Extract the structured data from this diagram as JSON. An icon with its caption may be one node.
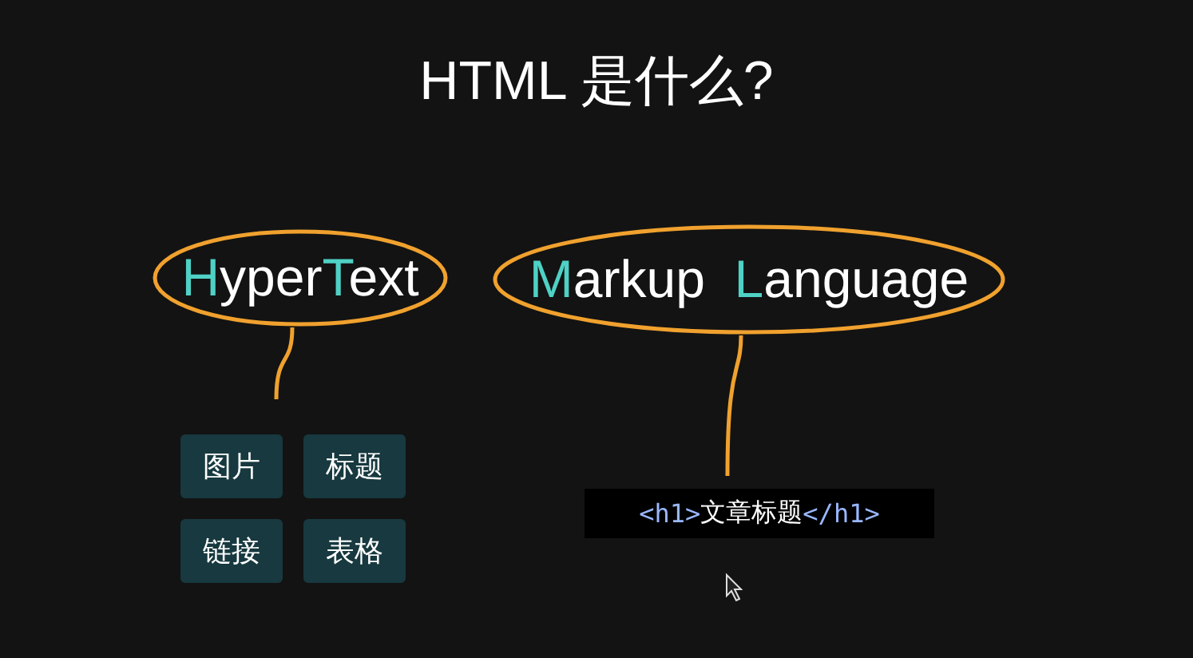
{
  "diagram": {
    "title": "HTML 是什么?",
    "nodes": [
      {
        "text": [
          "HyperText"
        ]
      },
      {
        "text": [
          "Markup  Language"
        ]
      },
      {
        "text": [
          "图片"
        ]
      },
      {
        "text": [
          "标题"
        ]
      },
      {
        "text": [
          "链接"
        ]
      },
      {
        "text": [
          "表格"
        ]
      },
      {
        "text": [
          "<h1>文章标题</h1>"
        ]
      }
    ],
    "edges": [
      {
        "from": 0,
        "to": null,
        "arrow": "none"
      },
      {
        "from": 1,
        "to": 6,
        "arrow": "none"
      }
    ]
  }
}
